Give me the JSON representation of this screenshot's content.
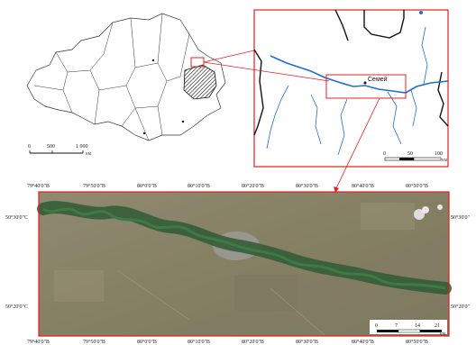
{
  "overview_map": {
    "scale_labels": [
      "0",
      "500",
      "1 000"
    ],
    "scale_unit": "КМ"
  },
  "detail_map": {
    "city_label": "Семей",
    "scale_labels": [
      "0",
      "50",
      "100"
    ],
    "scale_unit": "КМ"
  },
  "satellite_map": {
    "top_lon_labels": [
      "79°40'0\"В",
      "79°50'0\"В",
      "80°0'0\"В",
      "80°10'0\"В",
      "80°20'0\"В",
      "80°30'0\"В",
      "80°40'0\"В",
      "80°50'0\"В"
    ],
    "bottom_lon_labels": [
      "79°40'0\"В",
      "79°50'0\"В",
      "80°0'0\"В",
      "80°10'0\"В",
      "80°20'0\"В",
      "80°30'0\"В",
      "80°40'0\"В",
      "80°50'0\"В"
    ],
    "left_lat_labels": [
      "50°30'0\"С",
      "50°20'0\"С"
    ],
    "right_lat_labels": [
      "50°30'0\"",
      "50°20'0\""
    ],
    "scale_labels": [
      "0",
      "7",
      "14",
      "21"
    ],
    "scale_unit": "КМ"
  },
  "colors": {
    "frame_red": "#e02020",
    "river_blue": "#1f6fd1",
    "steppe": "#8a8468",
    "river_green": "#2f5a34",
    "city": "#9a9a96"
  }
}
